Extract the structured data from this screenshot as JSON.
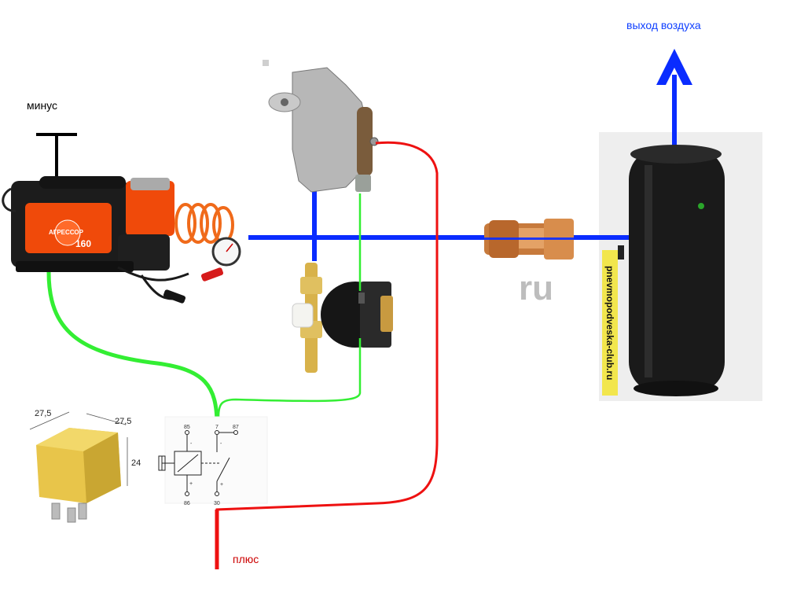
{
  "labels": {
    "minus": "минус",
    "plus": "плюс",
    "air_out": "выход воздуха"
  },
  "relay": {
    "dims": {
      "width": "27,5",
      "depth": "27,5",
      "height": "24"
    },
    "pins": {
      "p85": "85",
      "p87": "87",
      "p86": "86",
      "p30": "30",
      "p_top": "7"
    },
    "body_color": "#e8c54a"
  },
  "compressor": {
    "brand": "АГРЕССОР",
    "model": "160",
    "color": "#f04a0a"
  },
  "watermarks": {
    "ru": "ru",
    "site": "pnevmopodveska-club.ru"
  },
  "colors": {
    "air_line": "#0a2cff",
    "positive_wire": "#ee1111",
    "control_wire": "#33ee33",
    "ground_wire": "#000000"
  }
}
